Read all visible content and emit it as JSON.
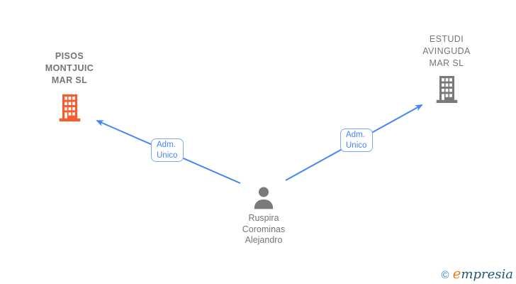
{
  "diagram": {
    "person": {
      "name": "Ruspira\nCorominas\nAlejandro"
    },
    "companies": {
      "left": {
        "name": "PISOS\nMONTJUIC\nMAR SL"
      },
      "right": {
        "name": "ESTUDI\nAVINGUDA\nMAR SL"
      }
    },
    "edges": {
      "left": {
        "label": "Adm.\nUnico"
      },
      "right": {
        "label": "Adm.\nUnico"
      }
    }
  },
  "footer": {
    "copyright_symbol": "©",
    "brand_initial": "e",
    "brand_rest": "mpresia"
  },
  "colors": {
    "edge_blue": "#4285f4",
    "label_text_blue": "#4285f4",
    "label_border_blue": "#7baaf7",
    "text_gray": "#757575",
    "building_orange": "#fb5a2b",
    "building_gray": "#7a7a7a",
    "person_gray": "#7a7a7a",
    "logo_copyright": "#2d7fc1",
    "logo_initial_orange": "#ef7d1a",
    "logo_text_dark": "#1d5a73"
  }
}
